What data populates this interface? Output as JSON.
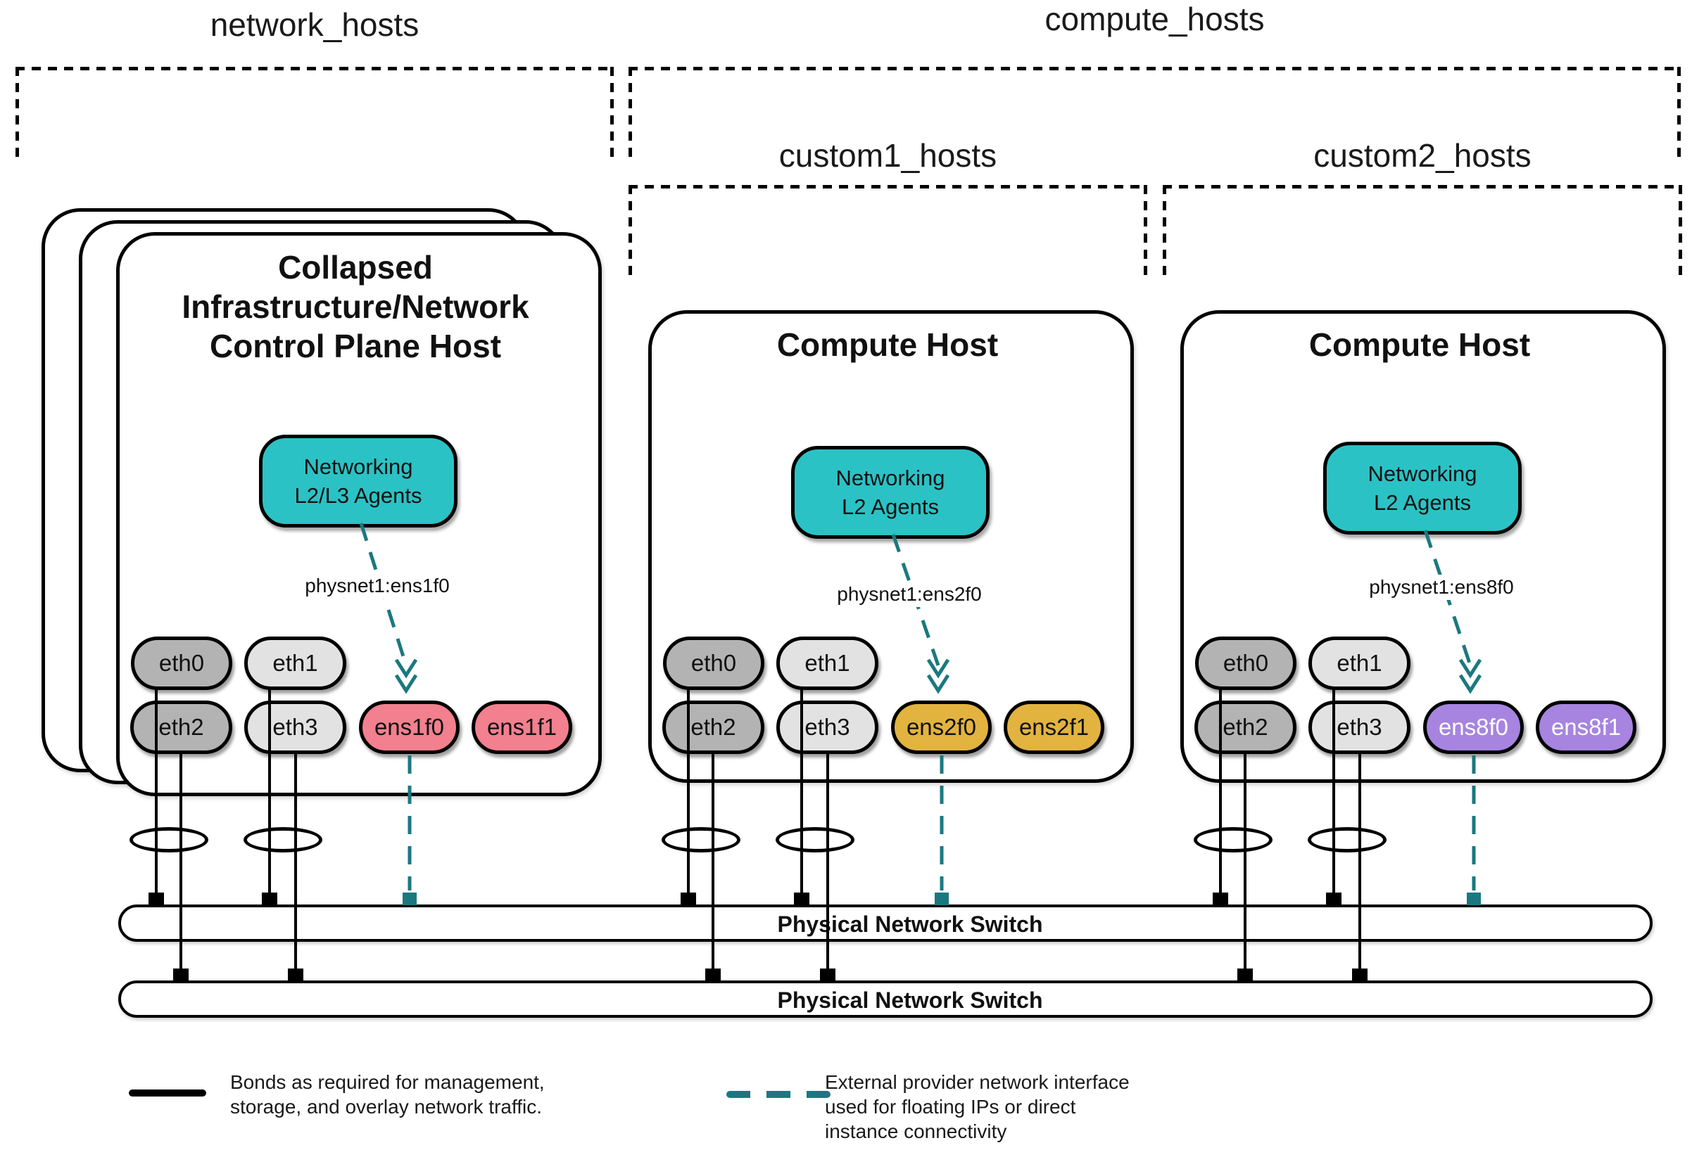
{
  "groups": {
    "network": {
      "label": "network_hosts"
    },
    "compute": {
      "label": "compute_hosts"
    },
    "custom1": {
      "label": "custom1_hosts"
    },
    "custom2": {
      "label": "custom2_hosts"
    }
  },
  "hosts": [
    {
      "title_lines": [
        "Collapsed",
        "Infrastructure/Network",
        "Control Plane Host"
      ],
      "agent_lines": [
        "Networking",
        "L2/L3 Agents"
      ],
      "physnet": "physnet1:ens1f0",
      "nics": {
        "eth0": "eth0",
        "eth1": "eth1",
        "eth2": "eth2",
        "eth3": "eth3",
        "ensf0": "ens1f0",
        "ensf1": "ens1f1"
      },
      "colors": {
        "ens_fill": "#f2808f",
        "ens_text": "#111111"
      }
    },
    {
      "title": "Compute Host",
      "agent_lines": [
        "Networking",
        "L2 Agents"
      ],
      "physnet": "physnet1:ens2f0",
      "nics": {
        "eth0": "eth0",
        "eth1": "eth1",
        "eth2": "eth2",
        "eth3": "eth3",
        "ensf0": "ens2f0",
        "ensf1": "ens2f1"
      },
      "colors": {
        "ens_fill": "#e2b33f",
        "ens_text": "#111111"
      }
    },
    {
      "title": "Compute Host",
      "agent_lines": [
        "Networking",
        "L2 Agents"
      ],
      "physnet": "physnet1:ens8f0",
      "nics": {
        "eth0": "eth0",
        "eth1": "eth1",
        "eth2": "eth2",
        "eth3": "eth3",
        "ensf0": "ens8f0",
        "ensf1": "ens8f1"
      },
      "colors": {
        "ens_fill": "#a684e0",
        "ens_text": "#ffffff"
      }
    }
  ],
  "switches": [
    {
      "label": "Physical Network Switch"
    },
    {
      "label": "Physical Network Switch"
    }
  ],
  "legend": {
    "bond_lines": [
      "Bonds as required for management,",
      "storage, and overlay network traffic."
    ],
    "external_lines": [
      "External provider network interface",
      "used for floating IPs or direct",
      "instance connectivity"
    ]
  },
  "colors": {
    "agent_fill": "#2bc2c5",
    "external_line": "#1b7880",
    "nic_dark": "#b3b3b3",
    "nic_light": "#e2e2e2",
    "outline": "#000000"
  }
}
